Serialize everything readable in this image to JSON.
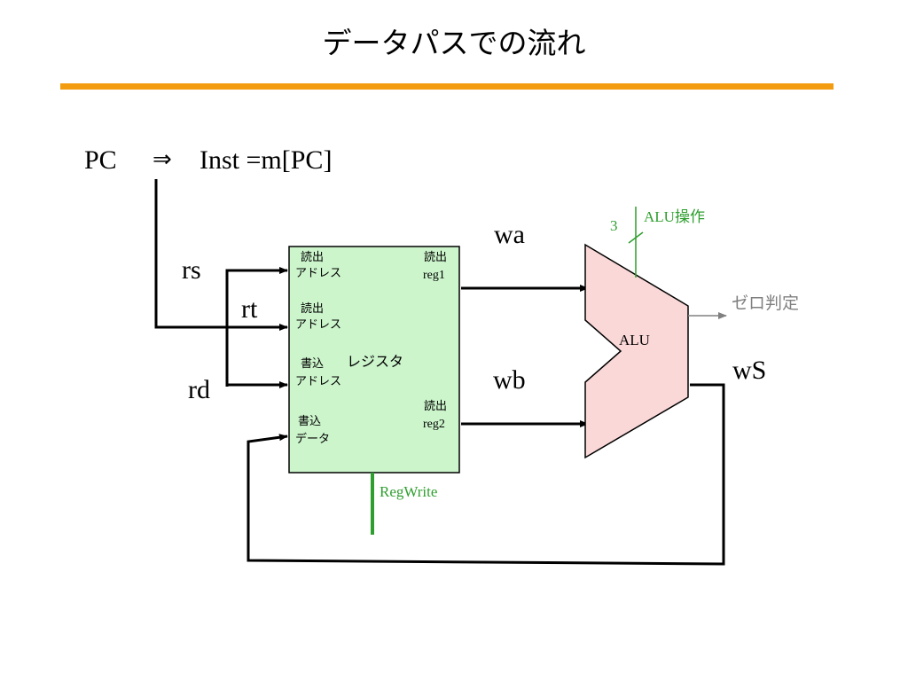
{
  "slide": {
    "title": "データパスでの流れ",
    "accent_color": "#f39c12"
  },
  "formula": {
    "pc": "PC",
    "arrow": "⇒",
    "inst": "Inst =m[PC]"
  },
  "wires": {
    "rs": "rs",
    "rt": "rt",
    "rd": "rd",
    "wa": "wa",
    "wb": "wb",
    "ws": "wS"
  },
  "register_file": {
    "name": "レジスタ",
    "fill_color": "#ccf5cc",
    "read_addr1": {
      "line1": "読出",
      "line2": "アドレス"
    },
    "read_addr2": {
      "line1": "読出",
      "line2": "アドレス"
    },
    "write_addr": {
      "line1": "書込",
      "line2": "アドレス"
    },
    "write_data": {
      "line1": "書込",
      "line2": "データ"
    },
    "read_reg1": {
      "line1": "読出",
      "line2": "reg1"
    },
    "read_reg2": {
      "line1": "読出",
      "line2": "reg2"
    }
  },
  "control": {
    "reg_write": "RegWrite",
    "alu_op": "ALU操作",
    "alu_op_width": "3",
    "control_color": "#2e9e2e"
  },
  "alu": {
    "label": "ALU",
    "fill_color": "#fbd8d8",
    "zero_detect": "ゼロ判定",
    "zero_color": "#808080"
  }
}
